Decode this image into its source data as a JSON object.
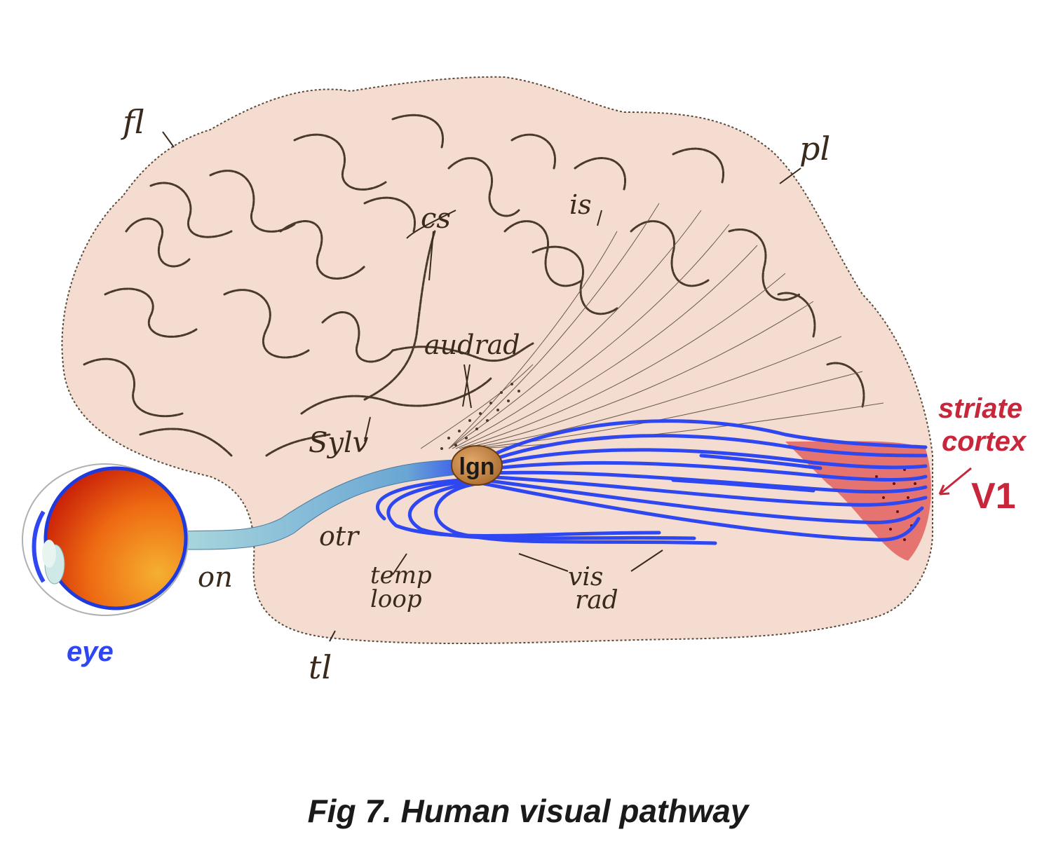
{
  "caption": "Fig 7. Human visual pathway",
  "labels": {
    "fl": "fl",
    "pl": "pl",
    "cs": "cs",
    "is": "is",
    "audrad": "audrad",
    "sylv": "Sylv",
    "lgn": "lgn",
    "otr": "otr",
    "on": "on",
    "temp": "temp",
    "loop": "loop",
    "vis": "vis",
    "rad": "rad",
    "tl": "tl",
    "eye": "eye",
    "striate": "striate",
    "cortex": "cortex",
    "v1": "V1"
  },
  "colors": {
    "brain_fill": "#f4ddd0",
    "sulcus": "#4a3a2c",
    "optic_radiation": "#2f47f0",
    "optic_tract": "#9ecfd8",
    "lgn": "#c98a4e",
    "striate_cortex": "#e05050",
    "label_red": "#c8273b",
    "label_blue": "#2f47f0",
    "eye_red": "#d63a0a",
    "eye_orange": "#f0a020"
  }
}
